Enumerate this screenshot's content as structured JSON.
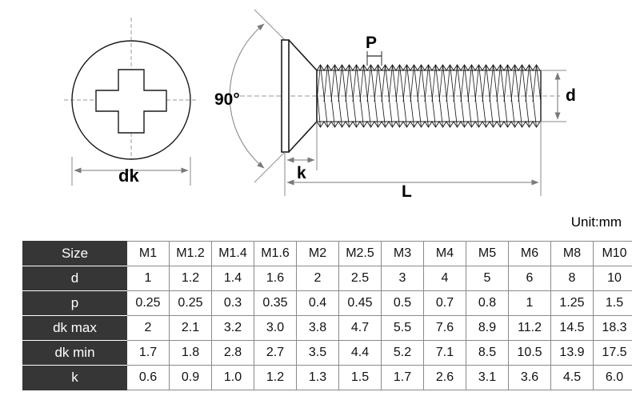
{
  "title": "Countersunk Phillips Machine Screw Dimension Drawing",
  "drawing": {
    "labels": {
      "dk": "dk",
      "angle": "90°",
      "pitch": "P",
      "head_height": "k",
      "length": "L",
      "diameter": "d"
    },
    "views": {
      "top_view_name": "head-top-view",
      "side_view_name": "screw-side-view"
    }
  },
  "unit_note": "Unit:mm",
  "watermark": "",
  "table": {
    "row_labels": [
      "Size",
      "d",
      "p",
      "dk max",
      "dk min",
      "k"
    ],
    "sizes": [
      "M1",
      "M1.2",
      "M1.4",
      "M1.6",
      "M2",
      "M2.5",
      "M3",
      "M4",
      "M5",
      "M6",
      "M8",
      "M10"
    ],
    "rows": [
      {
        "label": "d",
        "values": [
          "1",
          "1.2",
          "1.4",
          "1.6",
          "2",
          "2.5",
          "3",
          "4",
          "5",
          "6",
          "8",
          "10"
        ]
      },
      {
        "label": "p",
        "values": [
          "0.25",
          "0.25",
          "0.3",
          "0.35",
          "0.4",
          "0.45",
          "0.5",
          "0.7",
          "0.8",
          "1",
          "1.25",
          "1.5"
        ]
      },
      {
        "label": "dk max",
        "values": [
          "2",
          "2.1",
          "3.2",
          "3.0",
          "3.8",
          "4.7",
          "5.5",
          "7.6",
          "8.9",
          "11.2",
          "14.5",
          "18.3"
        ]
      },
      {
        "label": "dk min",
        "values": [
          "1.7",
          "1.8",
          "2.8",
          "2.7",
          "3.5",
          "4.4",
          "5.2",
          "7.1",
          "8.5",
          "10.5",
          "13.9",
          "17.5"
        ]
      },
      {
        "label": "k",
        "values": [
          "0.6",
          "0.9",
          "1.0",
          "1.2",
          "1.3",
          "1.5",
          "1.7",
          "2.6",
          "3.1",
          "3.6",
          "4.5",
          "6.0"
        ]
      }
    ]
  },
  "colors": {
    "header_bg": "#363636",
    "header_text": "#ffffff",
    "cell_border": "#8a8a8a",
    "line": "#1a1a1a",
    "dim_line": "#7a7a7a"
  }
}
